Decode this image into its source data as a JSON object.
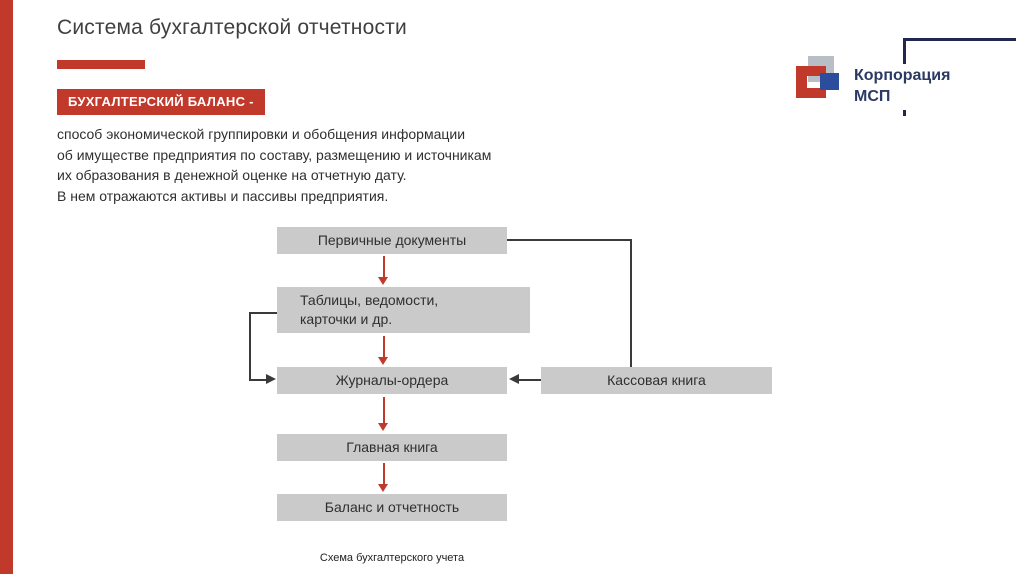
{
  "slide": {
    "title": "Система бухгалтерской отчетности",
    "badge": "БУХГАЛТЕРСКИЙ БАЛАНС -",
    "paragraph": "способ экономической группировки и обобщения информации\nоб имуществе предприятия по составу, размещению и источникам\nих образования в денежной оценке на отчетную дату.\nВ нем отражаются активы и пассивы предприятия.",
    "caption": "Схема бухгалтерского учета"
  },
  "logo": {
    "line1": "Корпорация",
    "line2": "МСП"
  },
  "diagram": {
    "nodes": [
      {
        "id": "primary-docs",
        "label": "Первичные документы"
      },
      {
        "id": "tables",
        "label": "Таблицы, ведомости,\nкарточки и др."
      },
      {
        "id": "journals",
        "label": "Журналы-ордера"
      },
      {
        "id": "cash-book",
        "label": "Кассовая книга"
      },
      {
        "id": "ledger",
        "label": "Главная книга"
      },
      {
        "id": "balance",
        "label": "Баланс и отчетность"
      }
    ],
    "edges": [
      {
        "from": "primary-docs",
        "to": "tables",
        "style": "red-arrow-down"
      },
      {
        "from": "tables",
        "to": "journals",
        "style": "red-arrow-down"
      },
      {
        "from": "journals",
        "to": "ledger",
        "style": "red-arrow-down"
      },
      {
        "from": "ledger",
        "to": "balance",
        "style": "red-arrow-down"
      },
      {
        "from": "primary-docs",
        "to": "cash-book",
        "style": "black-elbow-right-down"
      },
      {
        "from": "cash-book",
        "to": "journals",
        "style": "black-arrow-left"
      },
      {
        "from": "tables",
        "to": "journals",
        "style": "black-elbow-bypass-left"
      }
    ]
  },
  "colors": {
    "accent_red": "#C0392B",
    "box_gray": "#CACACA",
    "logo_navy": "#2B3A64",
    "connector_black": "#3A3A3A"
  }
}
